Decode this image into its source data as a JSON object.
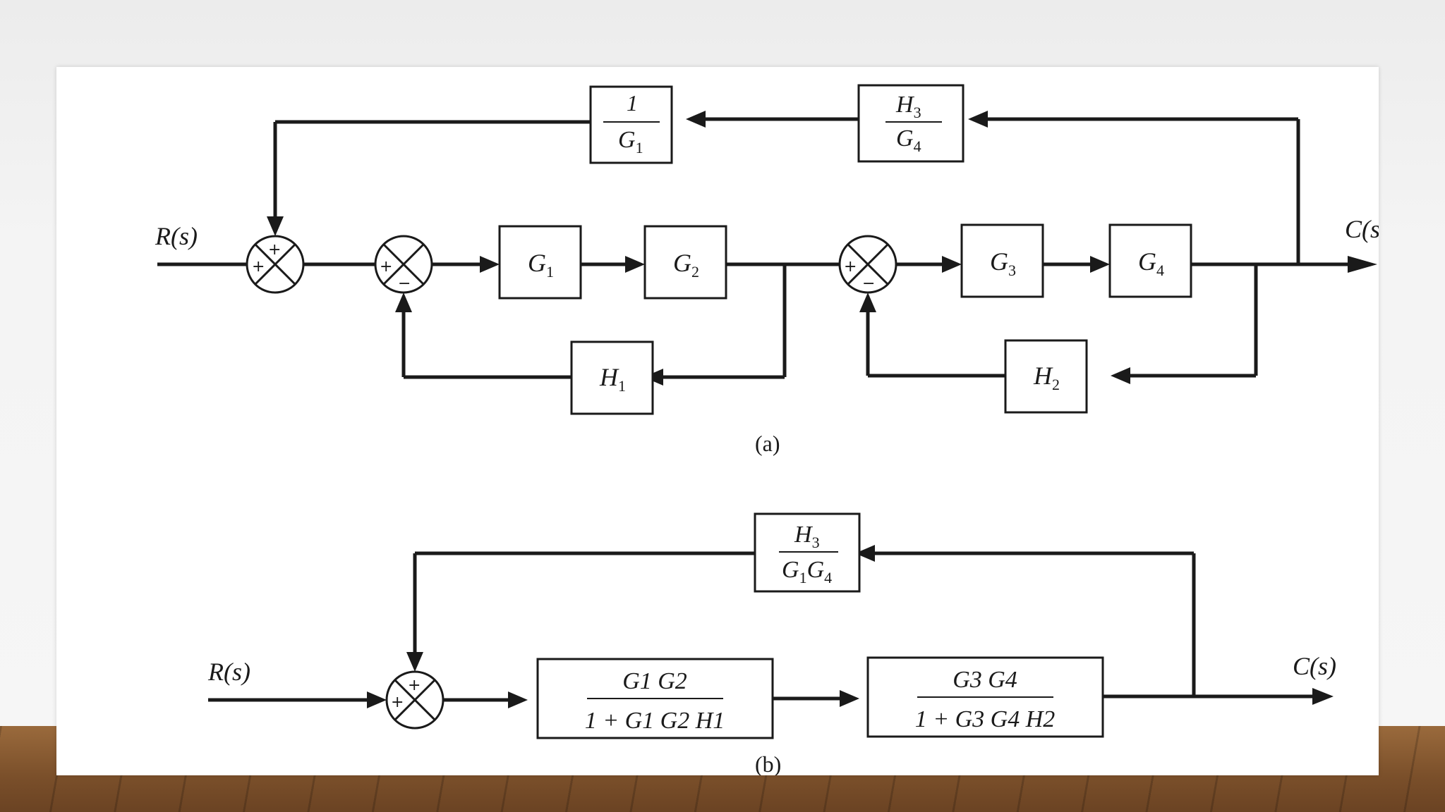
{
  "diagram_a": {
    "input": "R(s)",
    "output": "C(s",
    "blocks": {
      "g1": "G",
      "g1_sub": "1",
      "g2": "G",
      "g2_sub": "2",
      "g3": "G",
      "g3_sub": "3",
      "g4": "G",
      "g4_sub": "4",
      "h1": "H",
      "h1_sub": "1",
      "h2": "H",
      "h2_sub": "2",
      "inv_g1_num": "1",
      "inv_g1_den": "G",
      "inv_g1_den_sub": "1",
      "h3g4_num": "H",
      "h3g4_num_sub": "3",
      "h3g4_den": "G",
      "h3g4_den_sub": "4"
    },
    "signs": {
      "plus": "+",
      "minus": "−"
    },
    "caption": "(a)"
  },
  "diagram_b": {
    "input": "R(s)",
    "output": "C(s)",
    "feedback_num": "H",
    "feedback_num_sub": "3",
    "feedback_den_a": "G",
    "feedback_den_a_sub": "1",
    "feedback_den_b": "G",
    "feedback_den_b_sub": "4",
    "block1_num": "G1 G2",
    "block1_den": "1 + G1 G2 H1",
    "block2_num": "G3 G4",
    "block2_den": "1 + G3 G4 H2",
    "signs": {
      "plus": "+"
    },
    "caption": "(b)"
  }
}
